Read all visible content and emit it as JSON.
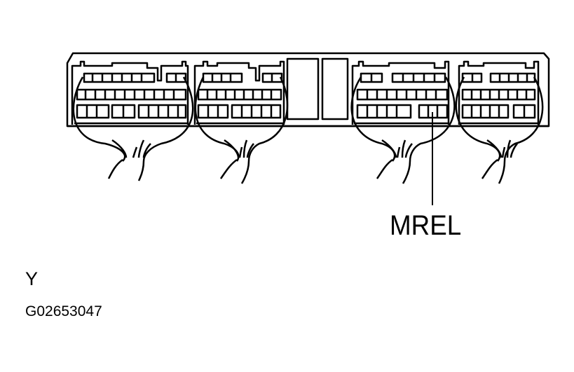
{
  "diagram": {
    "type": "ECU connector harness illustration",
    "connectors_count": 4,
    "callouts": [
      {
        "label": "MREL",
        "points_to": "connector 3, bottom row, right group terminal"
      }
    ],
    "colors": {
      "line": "#000000",
      "background": "#ffffff"
    }
  },
  "labels": {
    "terminal": "MREL",
    "view_letter": "Y",
    "figure_id": "G02653047"
  }
}
